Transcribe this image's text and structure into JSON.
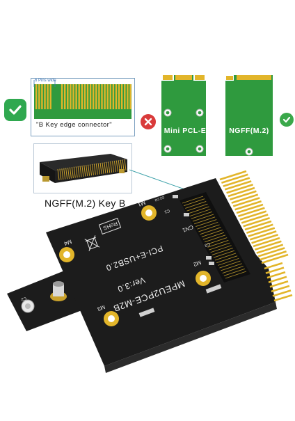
{
  "compat_panel": {
    "pins_note": "6  Pins wide",
    "edge_caption": "\"B Key  edge connector\"",
    "card_mini_pcie": "Mini  PCL-E",
    "card_ngff": "NGFF(M.2)"
  },
  "connector_panel": {
    "caption": "NGFF(M.2) Key B"
  },
  "board": {
    "model": "MPEU2PCE-M2B",
    "version": "Ver:3.0",
    "interface": "PCI-E+USB2.0",
    "rohs": "RoHS",
    "labels": {
      "cn1": "CN1",
      "m1": "M1",
      "m2": "M2",
      "m3": "M3",
      "m4": "M4",
      "c1": "C1",
      "c2": "C2",
      "c3": "C3",
      "d2d4": "D2 D4"
    }
  },
  "colors": {
    "pcb_green": "#2f9a3e",
    "pcb_black": "#1c1c1c",
    "gold": "#e2b52a",
    "check_green": "#2fa84f",
    "cross_red": "#d93a3a"
  }
}
